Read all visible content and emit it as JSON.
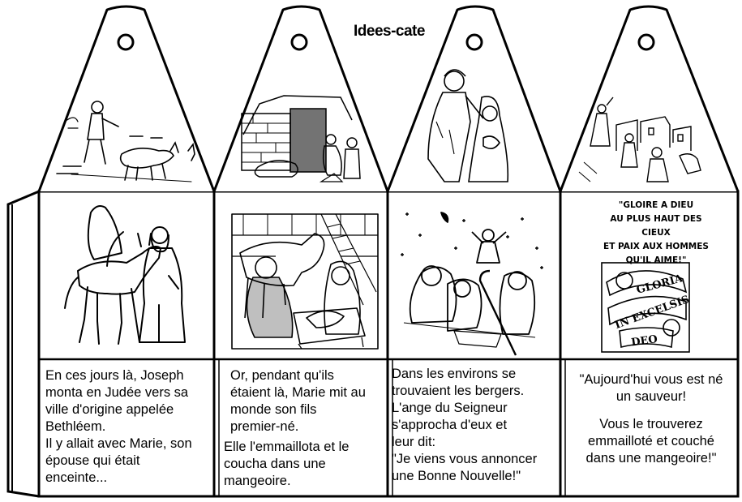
{
  "brand": "Idees-cate",
  "panel1": {
    "lines": [
      "En ces jours là, Joseph",
      "monta en Judée vers sa",
      "ville d'origine appelée",
      "Bethléem.",
      "Il y allait avec Marie, son",
      "épouse qui était",
      "enceinte..."
    ]
  },
  "panel2": {
    "lines": [
      "Or, pendant qu'ils",
      "étaient là, Marie mit au",
      "monde son fils",
      "premier-né.",
      "Elle l'emmaillota et le",
      "coucha dans une",
      "mangeoire."
    ]
  },
  "panel3": {
    "lines": [
      "Dans les environs se",
      "trouvaient les bergers.",
      "L'ange du Seigneur",
      "s'approcha d'eux et",
      "leur dit:",
      "\"Je viens vous annoncer",
      "une Bonne Nouvelle!\""
    ]
  },
  "panel4": {
    "para1": [
      "\"Aujourd'hui vous est né",
      "un sauveur!"
    ],
    "para2": [
      "Vous le trouverez",
      "emmailloté et couché",
      "dans une mangeoire!\""
    ]
  },
  "quote": {
    "lines": [
      "\"GLOIRE A DIEU",
      "AU PLUS HAUT DES CIEUX",
      "ET PAIX AUX HOMMES",
      "QU'IL AIME!\""
    ]
  },
  "banner": {
    "words": [
      "GLORIA",
      "IN EXCELSIS",
      "DEO"
    ]
  }
}
